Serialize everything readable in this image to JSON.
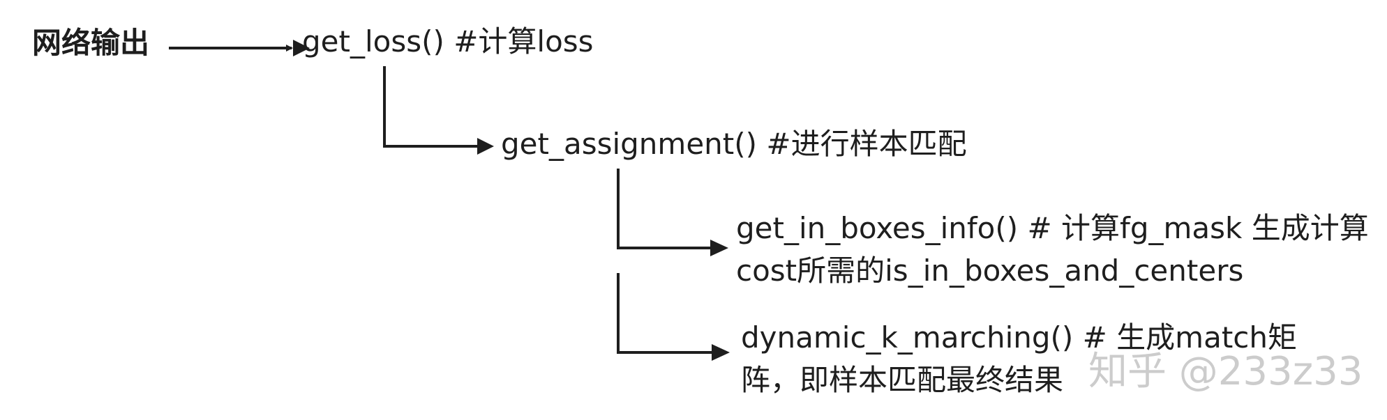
{
  "nodes": {
    "input": {
      "text": "网络输出"
    },
    "loss": {
      "text": "get_loss() #计算loss"
    },
    "assignment": {
      "text": "get_assignment() #进行样本匹配"
    },
    "boxes": {
      "line1": "get_in_boxes_info() # 计算fg_mask 生成计算",
      "line2": "cost所需的is_in_boxes_and_centers"
    },
    "dynamic": {
      "line1": "dynamic_k_marching() # 生成match矩",
      "line2": "阵，即样本匹配最终结果"
    }
  },
  "watermark": {
    "text": "知乎 @233z33"
  },
  "colors": {
    "stroke": "#1e1e1e",
    "text": "#1e1e1e",
    "watermark": "#c4c4c4"
  }
}
